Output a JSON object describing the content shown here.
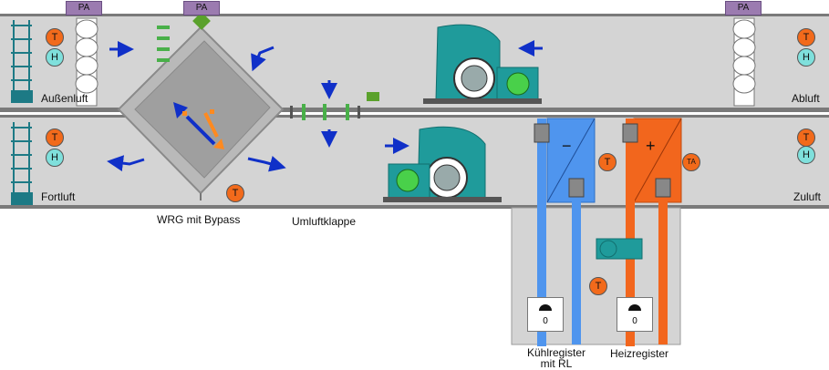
{
  "labels": {
    "outside_air": "Außenluft",
    "exhaust_air": "Fortluft",
    "extract_air": "Abluft",
    "supply_air": "Zuluft",
    "heat_recovery": "WRG mit Bypass",
    "recirculation_damper": "Umluftklappe",
    "cooling_coil_line1": "Kühlregister",
    "cooling_coil_line2": "mit RL",
    "heating_coil": "Heizregister"
  },
  "pa_boxes": [
    "PA",
    "PA",
    "PA"
  ],
  "sensors": {
    "temp": "T",
    "humidity": "H",
    "supply_temp": "TA"
  },
  "pump_values": {
    "cooling_pump": "0",
    "heating_pump": "0"
  },
  "coil_signs": {
    "cooling": "−",
    "heating": "+"
  },
  "colors": {
    "duct": "#d4d4d4",
    "duct_edge": "#7a7a7a",
    "fan": "#1f9b9b",
    "cold_pipe": "#4f95ee",
    "hot_pipe": "#f2661d",
    "flow_arrow": "#1030c8",
    "warm_arrow": "#ff8a20"
  }
}
